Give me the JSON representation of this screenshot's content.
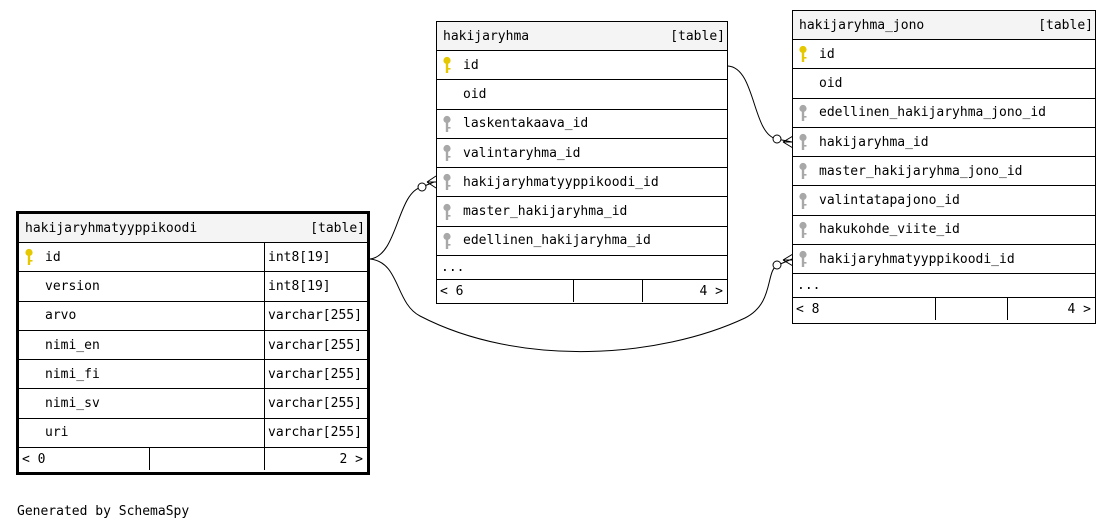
{
  "colors": {
    "primary_key": "#e6c800",
    "foreign_key": "#a8a8a8",
    "header_bg": "#f4f4f4"
  },
  "tables": {
    "hakijaryhma": {
      "name": "hakijaryhma",
      "kind": "[table]",
      "columns": [
        {
          "name": "id",
          "key": "primary"
        },
        {
          "name": "oid",
          "key": "none"
        },
        {
          "name": "laskentakaava_id",
          "key": "foreign"
        },
        {
          "name": "valintaryhma_id",
          "key": "foreign"
        },
        {
          "name": "hakijaryhmatyyppikoodi_id",
          "key": "foreign"
        },
        {
          "name": "master_hakijaryhma_id",
          "key": "foreign"
        },
        {
          "name": "edellinen_hakijaryhma_id",
          "key": "foreign"
        }
      ],
      "more": "...",
      "footer": {
        "parents": "< 6",
        "children": "4 >"
      }
    },
    "hakijaryhma_jono": {
      "name": "hakijaryhma_jono",
      "kind": "[table]",
      "columns": [
        {
          "name": "id",
          "key": "primary"
        },
        {
          "name": "oid",
          "key": "none"
        },
        {
          "name": "edellinen_hakijaryhma_jono_id",
          "key": "foreign"
        },
        {
          "name": "hakijaryhma_id",
          "key": "foreign"
        },
        {
          "name": "master_hakijaryhma_jono_id",
          "key": "foreign"
        },
        {
          "name": "valintatapajono_id",
          "key": "foreign"
        },
        {
          "name": "hakukohde_viite_id",
          "key": "foreign"
        },
        {
          "name": "hakijaryhmatyyppikoodi_id",
          "key": "foreign"
        }
      ],
      "more": "...",
      "footer": {
        "parents": "< 8",
        "children": "4 >"
      }
    },
    "hakijaryhmatyyppikoodi": {
      "name": "hakijaryhmatyyppikoodi",
      "kind": "[table]",
      "columns": [
        {
          "name": "id",
          "type": "int8[19]",
          "key": "primary"
        },
        {
          "name": "version",
          "type": "int8[19]",
          "key": "none"
        },
        {
          "name": "arvo",
          "type": "varchar[255]",
          "key": "none"
        },
        {
          "name": "nimi_en",
          "type": "varchar[255]",
          "key": "none"
        },
        {
          "name": "nimi_fi",
          "type": "varchar[255]",
          "key": "none"
        },
        {
          "name": "nimi_sv",
          "type": "varchar[255]",
          "key": "none"
        },
        {
          "name": "uri",
          "type": "varchar[255]",
          "key": "none"
        }
      ],
      "footer": {
        "parents": "< 0",
        "children": "2 >"
      }
    }
  },
  "generated_by": "Generated by SchemaSpy"
}
